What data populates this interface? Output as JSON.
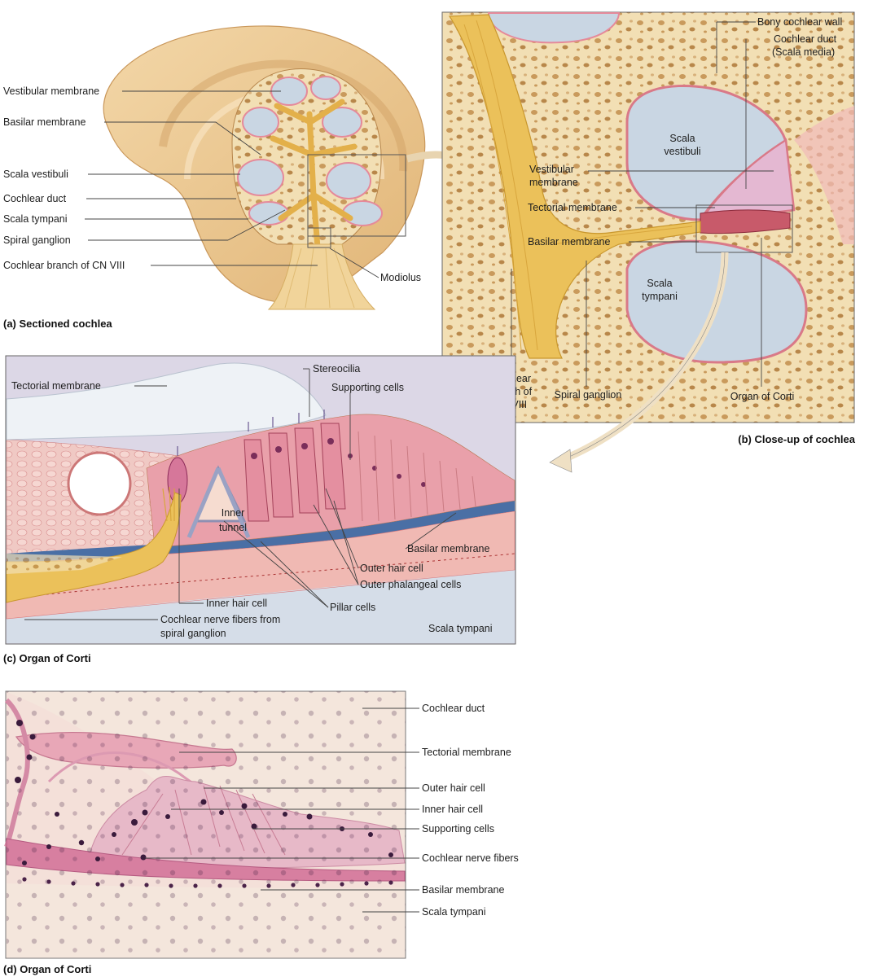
{
  "panel_a": {
    "caption": "(a) Sectioned cochlea",
    "labels": {
      "vestibular_membrane": "Vestibular membrane",
      "basilar_membrane": "Basilar membrane",
      "scala_vestibuli": "Scala vestibuli",
      "cochlear_duct": "Cochlear duct",
      "scala_tympani": "Scala tympani",
      "spiral_ganglion": "Spiral ganglion",
      "cochlear_branch": "Cochlear branch of CN VIII",
      "modiolus": "Modiolus"
    }
  },
  "panel_b": {
    "caption": "(b) Close-up of cochlea",
    "labels": {
      "bony_wall": "Bony cochlear wall",
      "cochlear_duct_1": "Cochlear duct",
      "cochlear_duct_2": "(Scala media)",
      "scala_vestibuli_1": "Scala",
      "scala_vestibuli_2": "vestibuli",
      "vestibular_membrane_1": "Vestibular",
      "vestibular_membrane_2": "membrane",
      "tectorial_membrane": "Tectorial membrane",
      "basilar_membrane": "Basilar membrane",
      "scala_tympani_1": "Scala",
      "scala_tympani_2": "tympani",
      "cochlear_branch_1": "Cochlear",
      "cochlear_branch_2": "branch of",
      "cochlear_branch_3": "CN VIII",
      "spiral_ganglion": "Spiral ganglion",
      "organ_of_corti": "Organ of Corti"
    }
  },
  "panel_c": {
    "caption": "(c) Organ of Corti",
    "labels": {
      "tectorial_membrane": "Tectorial membrane",
      "stereocilia": "Stereocilia",
      "supporting_cells": "Supporting cells",
      "inner_tunnel_1": "Inner",
      "inner_tunnel_2": "tunnel",
      "basilar_membrane": "Basilar membrane",
      "outer_hair_cell": "Outer hair cell",
      "outer_phalangeal": "Outer phalangeal cells",
      "inner_hair_cell": "Inner hair cell",
      "pillar_cells": "Pillar cells",
      "nerve_fibers_1": "Cochlear nerve fibers from",
      "nerve_fibers_2": "spiral ganglion",
      "scala_tympani": "Scala tympani"
    }
  },
  "panel_d": {
    "caption": "(d) Organ of Corti",
    "labels": {
      "cochlear_duct": "Cochlear duct",
      "tectorial_membrane": "Tectorial membrane",
      "outer_hair_cell": "Outer hair cell",
      "inner_hair_cell": "Inner hair cell",
      "supporting_cells": "Supporting cells",
      "cochlear_nerve_fibers": "Cochlear nerve fibers",
      "basilar_membrane": "Basilar membrane",
      "scala_tympani": "Scala tympani"
    }
  },
  "colors": {
    "bone": "#f2dfb4",
    "nerve": "#e9c05a",
    "fluid": "#c9d6e3",
    "tissue": "#e9a6b0",
    "histology_bg": "#f4e6dc"
  }
}
